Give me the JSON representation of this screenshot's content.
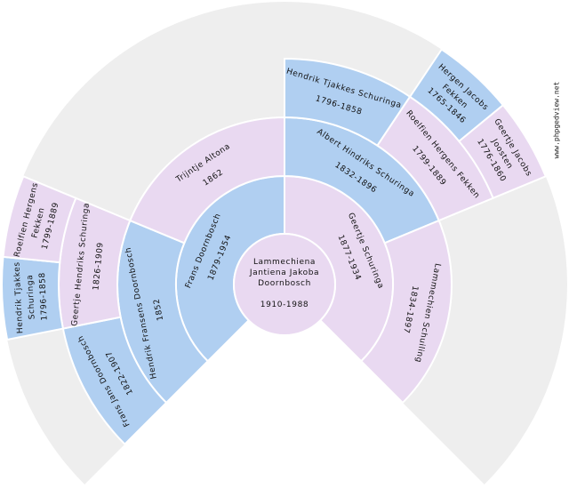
{
  "watermark": "www.phpgedview.net",
  "colors": {
    "male": "#b0cff1",
    "female": "#e9d9f1",
    "background": "#eeeeee",
    "separator": "#ffffff"
  },
  "root": {
    "lines": [
      "Lammechiena",
      "Jantiena Jakoba",
      "Doornbosch",
      "",
      "1910-1988"
    ],
    "sex": "female"
  },
  "ancestors": [
    {
      "gen": 1,
      "slot": 0,
      "sex": "male",
      "lines": [
        "Frans Doornbosch",
        "1879-1954"
      ]
    },
    {
      "gen": 1,
      "slot": 1,
      "sex": "female",
      "lines": [
        "Geertje Schuringa",
        "1877-1934"
      ]
    },
    {
      "gen": 2,
      "slot": 0,
      "sex": "male",
      "lines": [
        "Hendrik Fransens Doornbosch",
        "1852"
      ]
    },
    {
      "gen": 2,
      "slot": 1,
      "sex": "female",
      "lines": [
        "Trijntje Altona",
        "1862"
      ]
    },
    {
      "gen": 2,
      "slot": 2,
      "sex": "male",
      "lines": [
        "Albert Hindriks Schuringa",
        "1832-1896"
      ]
    },
    {
      "gen": 2,
      "slot": 3,
      "sex": "female",
      "lines": [
        "Lammechien Schuiling",
        "1834-1897"
      ]
    },
    {
      "gen": 3,
      "slot": 0,
      "sex": "male",
      "lines": [
        "Frans Jans Doornbosch",
        "1822-1907"
      ]
    },
    {
      "gen": 3,
      "slot": 1,
      "sex": "female",
      "lines": [
        "Geertje Hendriks Schuringa",
        "1826-1909"
      ]
    },
    {
      "gen": 3,
      "slot": 4,
      "sex": "male",
      "lines": [
        "Hendrik Tjakkes Schuringa",
        "1796-1858"
      ]
    },
    {
      "gen": 3,
      "slot": 5,
      "sex": "female",
      "lines": [
        "Roelfien Hergens Fekken",
        "1799-1889"
      ]
    },
    {
      "gen": 4,
      "slot": 2,
      "sex": "male",
      "lines": [
        "Hendrik Tjakkes",
        "Schuringa",
        "1796-1858"
      ]
    },
    {
      "gen": 4,
      "slot": 3,
      "sex": "female",
      "lines": [
        "Roelfien Hergens",
        "Fekken",
        "1799-1889"
      ]
    },
    {
      "gen": 4,
      "slot": 10,
      "sex": "male",
      "lines": [
        "Hergen Jacobs",
        "Fekken",
        "1765-1846"
      ]
    },
    {
      "gen": 4,
      "slot": 11,
      "sex": "female",
      "lines": [
        "Geertje Jacobs",
        "Joosten",
        "1776-1860"
      ]
    }
  ]
}
